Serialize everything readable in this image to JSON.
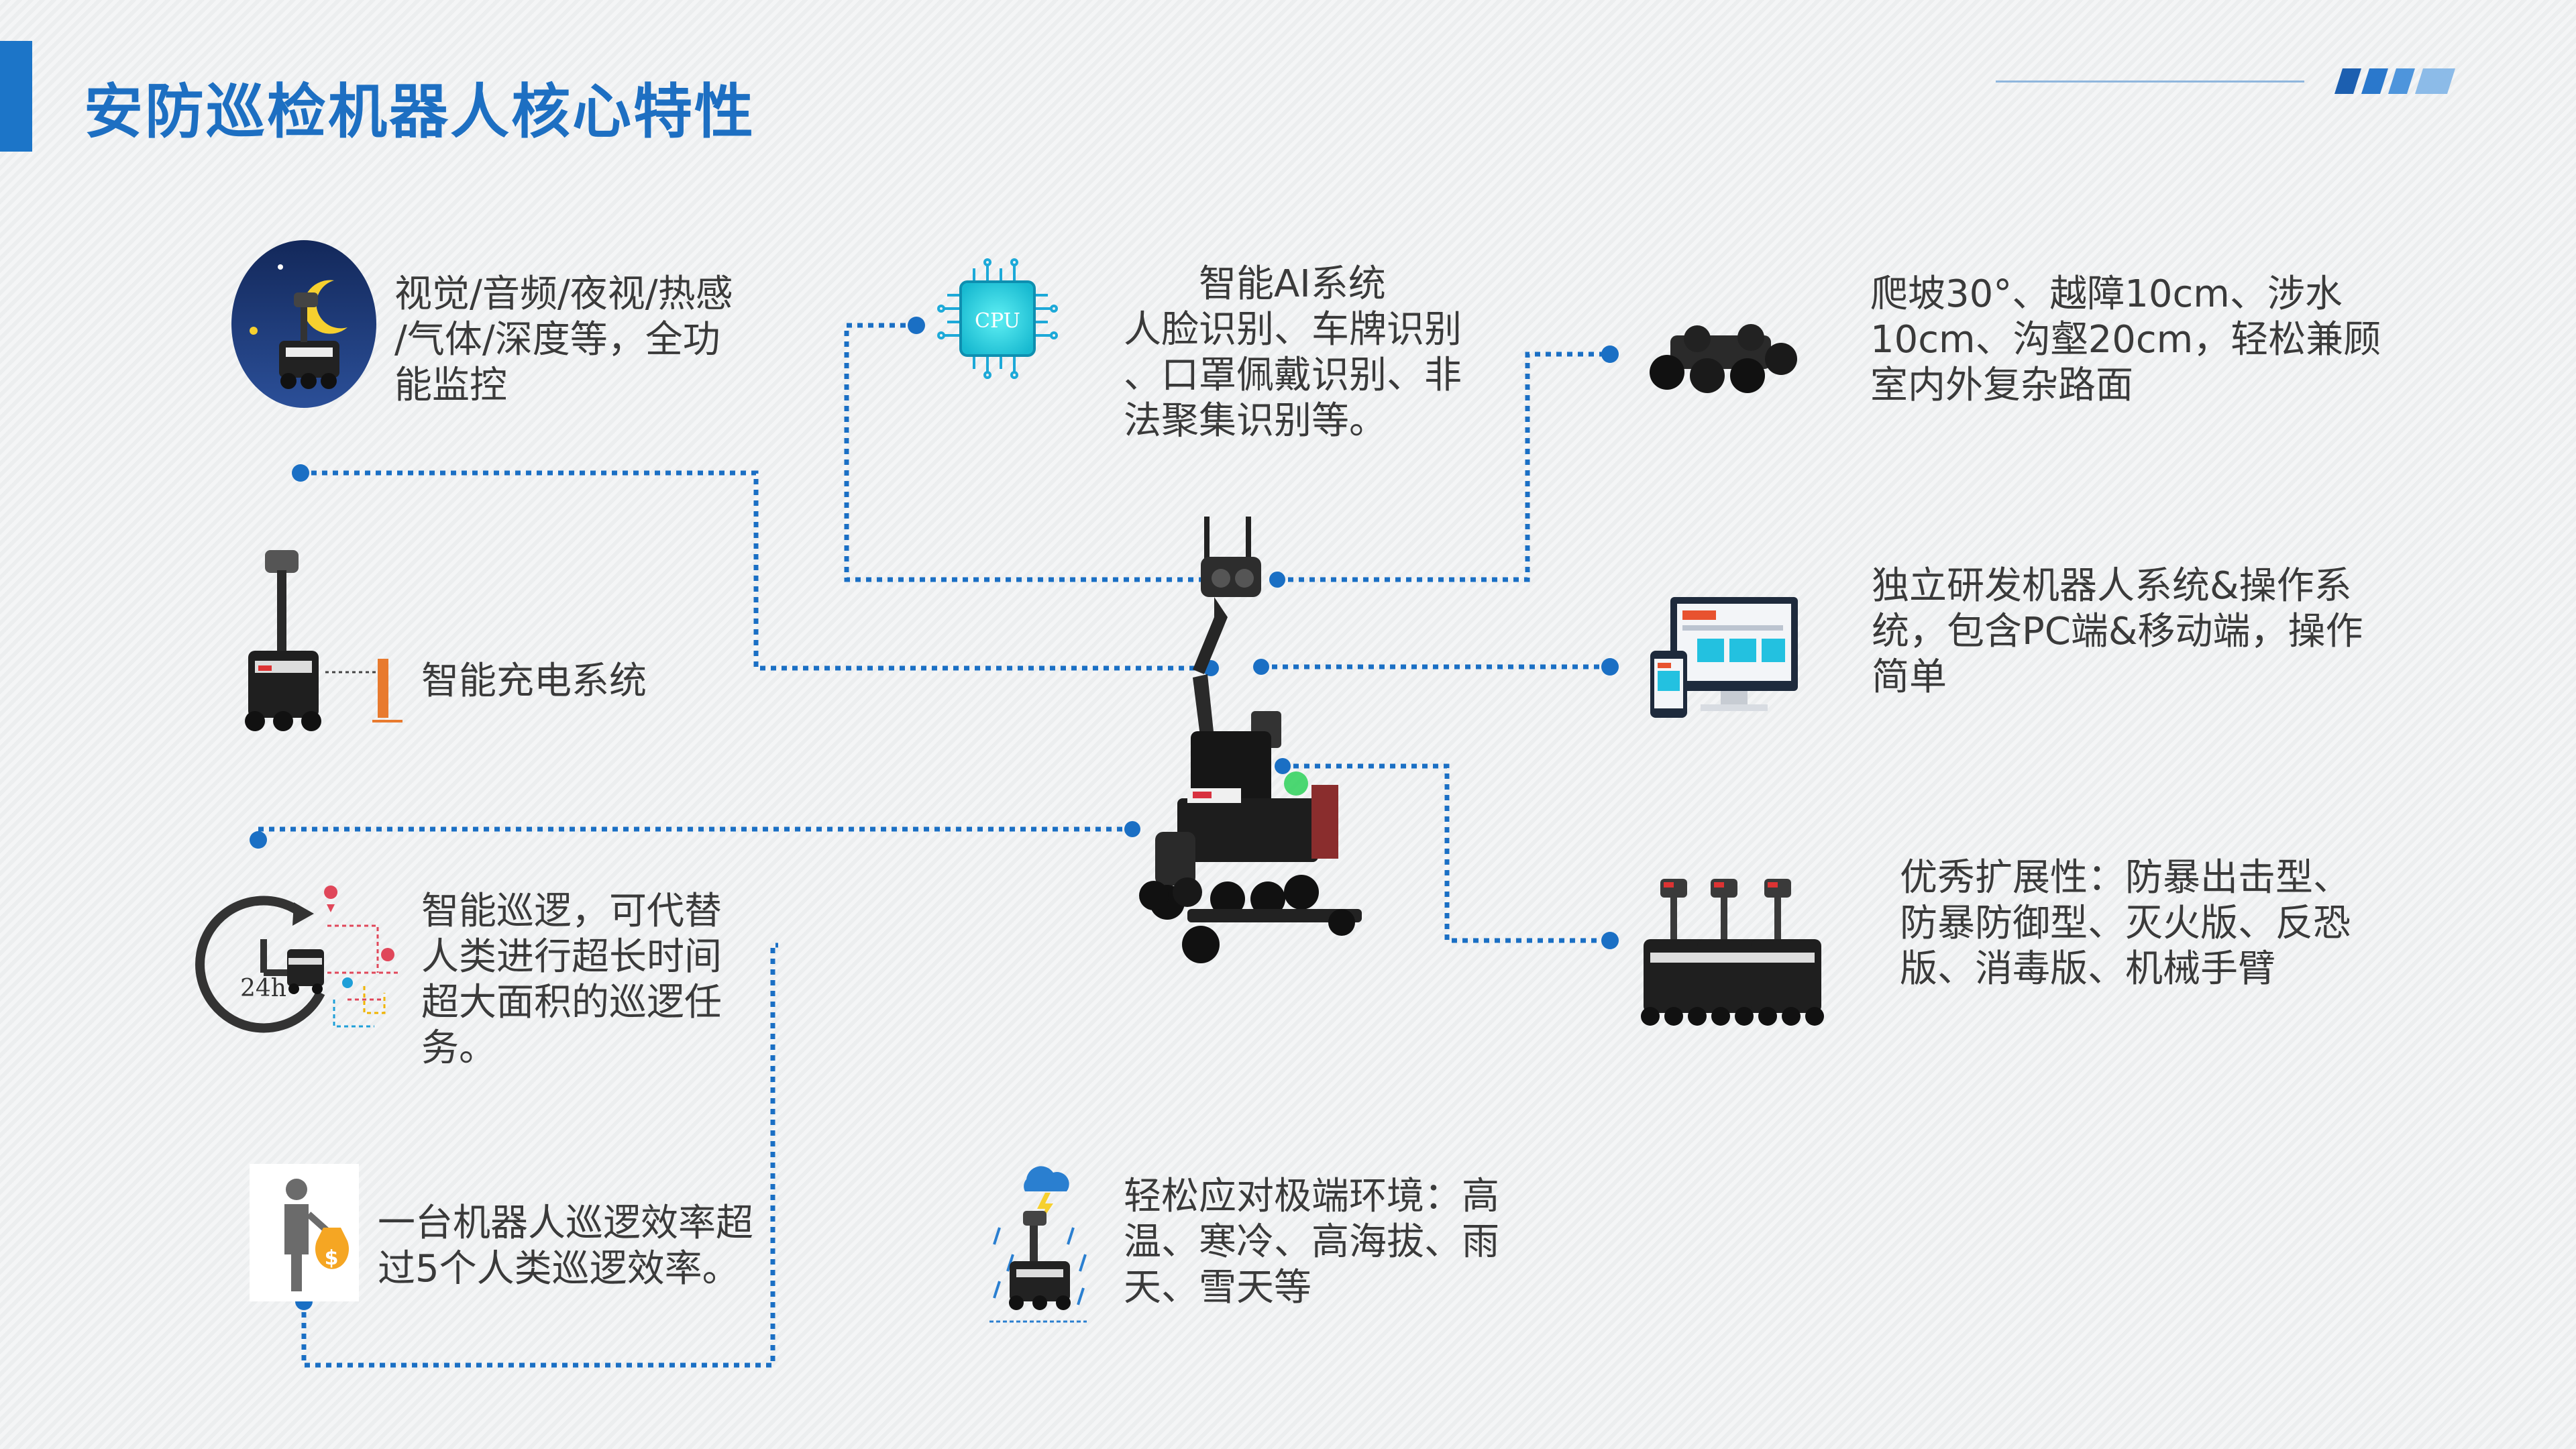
{
  "page": {
    "title": "安防巡检机器人核心特性"
  },
  "features": {
    "monitoring": {
      "lines": [
        "视觉/音频/夜视/热感",
        "/气体/深度等，全功",
        "能监控"
      ]
    },
    "ai": {
      "heading": "智能AI系统",
      "lines": [
        "人脸识别、车牌识别",
        "、口罩佩戴识别、非",
        "法聚集识别等。"
      ],
      "chip_label": "CPU"
    },
    "terrain": {
      "lines": [
        "爬坡30°、越障10cm、涉水",
        "10cm、沟壑20cm，轻松兼顾",
        "室内外复杂路面"
      ]
    },
    "charging": {
      "lines": [
        "智能充电系统"
      ]
    },
    "os": {
      "lines": [
        "独立研发机器人系统&操作系",
        "统，包含PC端&移动端，操作",
        "简单"
      ]
    },
    "patrol": {
      "lines": [
        "智能巡逻，可代替",
        "人类进行超长时间",
        "超大面积的巡逻任",
        "务。"
      ],
      "clock_label": "24h"
    },
    "extension": {
      "lines": [
        "优秀扩展性：防暴出击型、",
        "防暴防御型、灭火版、反恐",
        "版、消毒版、机械手臂"
      ]
    },
    "efficiency": {
      "lines": [
        "一台机器人巡逻效率超",
        "过5个人类巡逻效率。"
      ]
    },
    "environment": {
      "lines": [
        "轻松应对极端环境：高",
        "温、寒冷、高海拔、雨",
        "天、雪天等"
      ]
    }
  },
  "colors": {
    "accent": "#1c75c8",
    "title": "#1d6fc2",
    "connector": "#1a6fc4",
    "text": "#3a3a3a"
  },
  "icons": [
    "night-monitoring-robot-icon",
    "cpu-chip-icon",
    "terrain-chassis-icon",
    "charging-robot-icon",
    "multi-device-icon",
    "patrol-24h-icon",
    "robot-fleet-icon",
    "efficiency-person-icon",
    "extreme-weather-icon",
    "center-robot-icon"
  ]
}
